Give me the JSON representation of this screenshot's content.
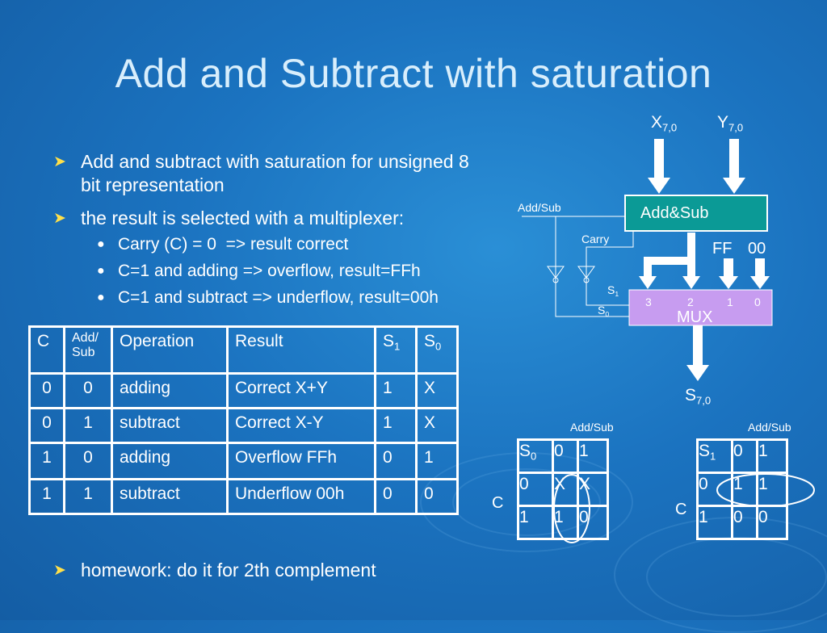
{
  "slide": {
    "title": "Add and Subtract with saturation",
    "bullets": [
      "Add and subtract with saturation for unsigned 8 bit representation",
      "the result is selected with a multiplexer:"
    ],
    "sub_bullets": [
      "Carry (C) = 0  => result correct",
      "C=1 and adding => overflow, result=FFh",
      "C=1 and subtract => underflow, result=00h"
    ],
    "homework": "homework: do it for 2th complement"
  },
  "truth_table": {
    "headers": [
      "C",
      "Add/ Sub",
      "Operation",
      "Result",
      "S1",
      "S0"
    ],
    "rows": [
      [
        "0",
        "0",
        "adding",
        "Correct X+Y",
        "1",
        "X"
      ],
      [
        "0",
        "1",
        "subtract",
        "Correct X-Y",
        "1",
        "X"
      ],
      [
        "1",
        "0",
        "adding",
        "Overflow FFh",
        "0",
        "1"
      ],
      [
        "1",
        "1",
        "subtract",
        "Underflow 00h",
        "0",
        "0"
      ]
    ]
  },
  "diagram": {
    "x_input": "X",
    "y_input": "Y",
    "bus_sub": "7,0",
    "adder_label": "Add&Sub",
    "add_sub_label": "Add/Sub",
    "carry_label": "Carry",
    "ff_label": "FF",
    "zero_label": "00",
    "s1_label": "S",
    "s1_sub": "1",
    "s0_label": "S",
    "s0_sub": "0",
    "mux_label": "MUX",
    "mux_inputs": [
      "3",
      "2",
      "1",
      "0"
    ],
    "output_label": "S",
    "output_sub": "7,0",
    "adder_color": "#0b9a96",
    "mux_color": "#c79cf0",
    "arrow_color": "#ffffff"
  },
  "kmap_s0": {
    "top_label": "Add/Sub",
    "side_label": "C",
    "corner": "S",
    "corner_sub": "0",
    "col_headers": [
      "0",
      "1"
    ],
    "row_headers": [
      "0",
      "1"
    ],
    "cells": [
      [
        "X",
        "X"
      ],
      [
        "1",
        "0"
      ]
    ]
  },
  "kmap_s1": {
    "top_label": "Add/Sub",
    "side_label": "C",
    "corner": "S",
    "corner_sub": "1",
    "col_headers": [
      "0",
      "1"
    ],
    "row_headers": [
      "0",
      "1"
    ],
    "cells": [
      [
        "1",
        "1"
      ],
      [
        "0",
        "0"
      ]
    ]
  }
}
